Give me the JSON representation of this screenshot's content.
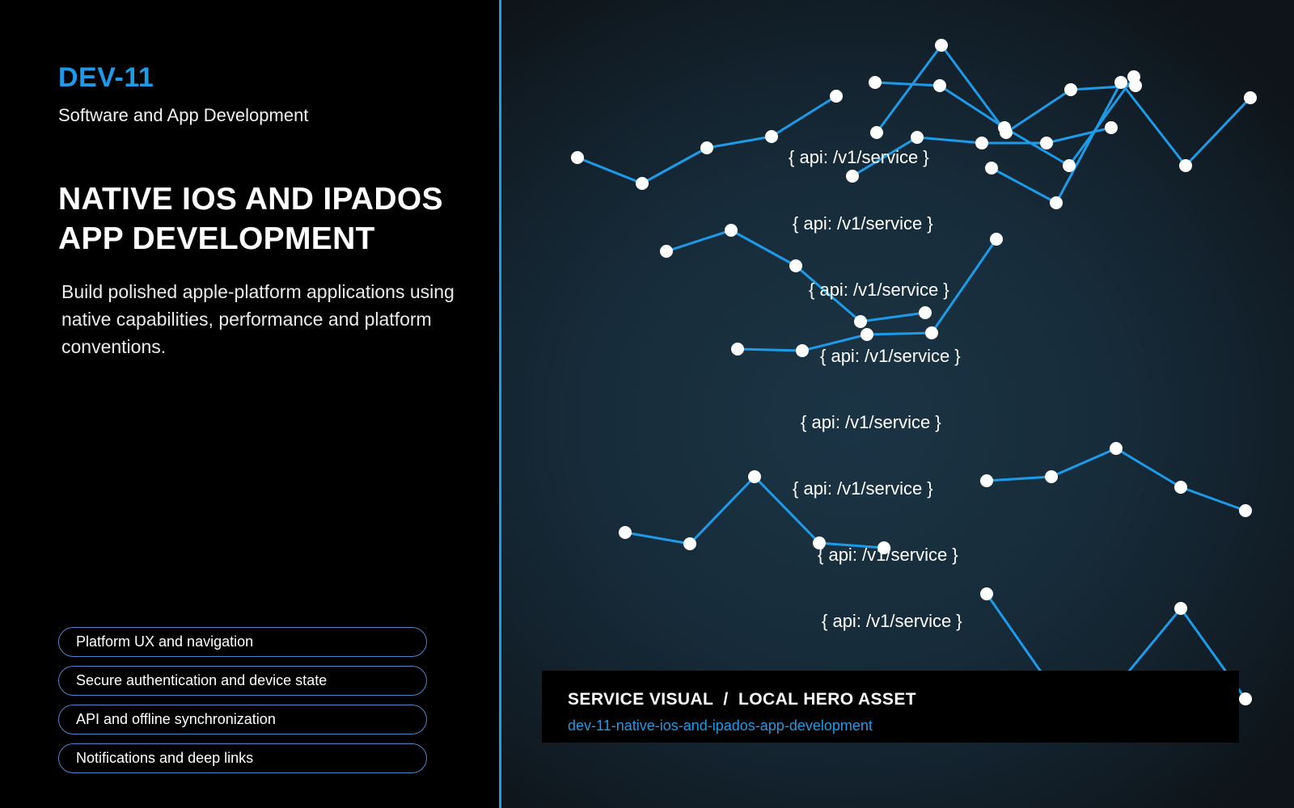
{
  "brand": {
    "code": "DEV-11",
    "subtitle": "Software and App Development"
  },
  "hero": {
    "title": "NATIVE IOS AND IPADOS APP DEVELOPMENT",
    "description": "Build polished apple-platform applications using native capabilities, performance and platform conventions."
  },
  "features": [
    "Platform UX and navigation",
    "Secure authentication and device state",
    "API and offline synchronization",
    "Notifications and deep links"
  ],
  "visual": {
    "api_labels": [
      "{ api: /v1/service }",
      "{ api: /v1/service }",
      "{ api: /v1/service }",
      "{ api: /v1/service }",
      "{ api: /v1/service }",
      "{ api: /v1/service }",
      "{ api: /v1/service }",
      "{ api: /v1/service }"
    ]
  },
  "caption": {
    "title": "SERVICE VISUAL  /  LOCAL HERO ASSET",
    "slug": "dev-11-native-ios-and-ipados-app-development"
  },
  "colors": {
    "accent": "#1e9be8",
    "pill_border": "#4e86cf",
    "node": "#ffffff",
    "left_background": "#000000",
    "right_background": "#172c3a"
  }
}
